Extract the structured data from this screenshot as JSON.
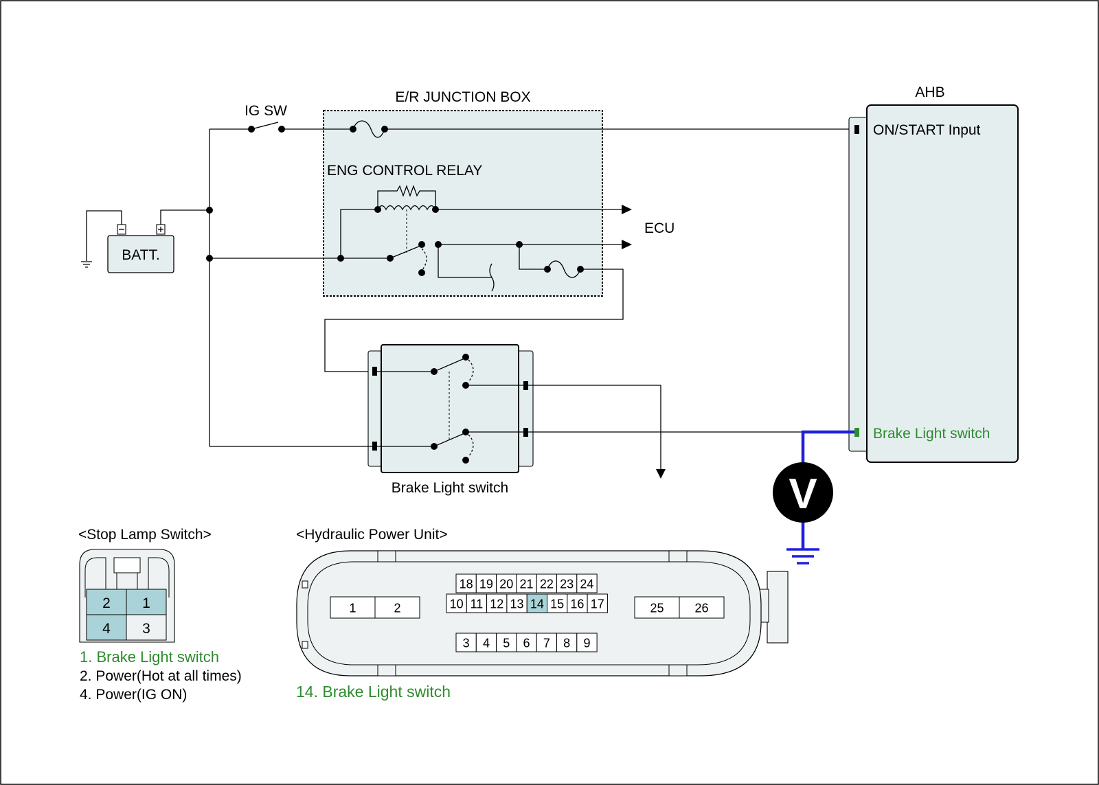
{
  "colors": {
    "box_fill": "#e4eeee",
    "pin_highlight": "#a9d3d8",
    "probe_wire": "#1f1fe0",
    "label_green": "#2e8b2e"
  },
  "labels": {
    "ig_sw": "IG SW",
    "junction_box": "E/R JUNCTION BOX",
    "relay": "ENG  CONTROL RELAY",
    "battery": "BATT.",
    "ecu": "ECU",
    "ahb": "AHB",
    "on_start": "ON/START Input",
    "ahb_brake": "Brake Light switch",
    "brake_switch": "Brake Light switch",
    "voltmeter": "V"
  },
  "stop_lamp": {
    "title": "<Stop Lamp Switch>",
    "pins": [
      "2",
      "1",
      "4",
      "3"
    ],
    "legend": [
      "1. Brake Light switch",
      "2. Power(Hot at all times)",
      "4. Power(IG ON)"
    ]
  },
  "hpu": {
    "title": "<Hydraulic Power Unit>",
    "left_pins": [
      "1",
      "2"
    ],
    "top_row": [
      "18",
      "19",
      "20",
      "21",
      "22",
      "23",
      "24"
    ],
    "mid_row": [
      "10",
      "11",
      "12",
      "13",
      "14",
      "15",
      "16",
      "17"
    ],
    "bottom_row": [
      "3",
      "4",
      "5",
      "6",
      "7",
      "8",
      "9"
    ],
    "right_pins": [
      "25",
      "26"
    ],
    "highlight": "14",
    "legend": "14. Brake Light switch"
  }
}
